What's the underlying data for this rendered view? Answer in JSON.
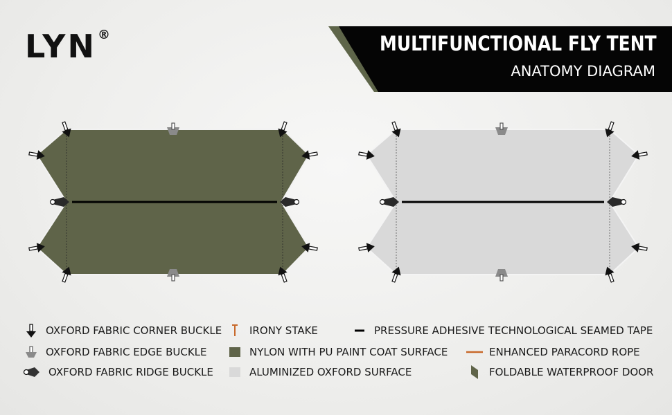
{
  "brand": {
    "name": "LYN",
    "registered": "®"
  },
  "header": {
    "title": "MULTIFUNCTIONAL FLY TENT",
    "subtitle": "ANATOMY DIAGRAM"
  },
  "colors": {
    "olive": "#5f6449",
    "banner_black": "#050505",
    "banner_accent": "#5e6549",
    "aluminized": "#d9d9d9",
    "paracord": "#c8692a",
    "stake": "#c8692a"
  },
  "legend": [
    {
      "icon": "corner-buckle-icon",
      "label": "OXFORD FABRIC CORNER BUCKLE"
    },
    {
      "icon": "edge-buckle-icon",
      "label": "OXFORD FABRIC EDGE BUCKLE"
    },
    {
      "icon": "ridge-buckle-icon",
      "label": "OXFORD FABRIC RIDGE BUCKLE"
    },
    {
      "icon": "stake-icon",
      "label": "IRONY STAKE"
    },
    {
      "icon": "nylon-swatch-icon",
      "label": "NYLON WITH PU PAINT COAT SURFACE"
    },
    {
      "icon": "aluminized-swatch-icon",
      "label": "ALUMINIZED OXFORD SURFACE"
    },
    {
      "icon": "seam-tape-icon",
      "label": "PRESSURE ADHESIVE TECHNOLOGICAL SEAMED TAPE"
    },
    {
      "icon": "paracord-icon",
      "label": "ENHANCED PARACORD ROPE"
    },
    {
      "icon": "door-icon",
      "label": "FOLDABLE WATERPROOF DOOR"
    }
  ],
  "tents": [
    {
      "name": "nylon-side",
      "fill": "#5f6449"
    },
    {
      "name": "aluminized-side",
      "fill": "#d9d9d9"
    }
  ]
}
